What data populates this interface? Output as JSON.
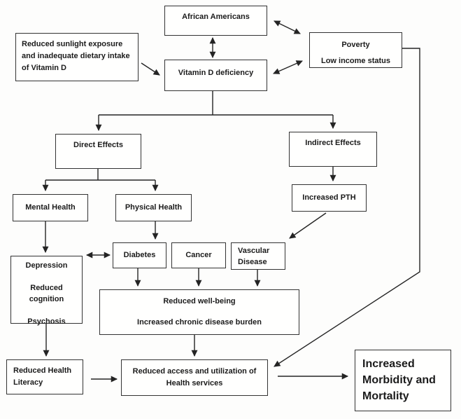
{
  "diagram": {
    "type": "flowchart",
    "topic": "Vitamin D deficiency — causes, effects and outcomes",
    "nodes": {
      "african_americans": {
        "label": "African Americans"
      },
      "sunlight": {
        "label": "Reduced sunlight exposure\nand inadequate dietary intake\nof Vitamin D"
      },
      "vitamin_d": {
        "label": "Vitamin D deficiency"
      },
      "poverty": {
        "label": "Poverty\nLow income status"
      },
      "direct_effects": {
        "label": "Direct Effects"
      },
      "indirect_effects": {
        "label": "Indirect Effects"
      },
      "mental_health": {
        "label": "Mental Health"
      },
      "physical_health": {
        "label": "Physical Health"
      },
      "increased_pth": {
        "label": "Increased PTH"
      },
      "diabetes": {
        "label": "Diabetes"
      },
      "cancer": {
        "label": "Cancer"
      },
      "vascular_disease": {
        "label": "Vascular\nDisease"
      },
      "depression": {
        "label": "Depression\n\nReduced\ncognition\n\nPsychosis"
      },
      "wellbeing": {
        "label": "Reduced well-being\n\nIncreased chronic disease burden"
      },
      "literacy": {
        "label": "Reduced Health\nLiteracy"
      },
      "access": {
        "label": "Reduced access and utilization of\nHealth services"
      },
      "morbidity": {
        "label": "Increased\nMorbidity and\nMortality"
      }
    },
    "edges": [
      {
        "from": "sunlight",
        "to": "vitamin_d",
        "type": "arrow"
      },
      {
        "from": "african_americans",
        "to": "vitamin_d",
        "type": "double-arrow"
      },
      {
        "from": "african_americans",
        "to": "poverty",
        "type": "double-arrow"
      },
      {
        "from": "vitamin_d",
        "to": "poverty",
        "type": "double-arrow"
      },
      {
        "from": "vitamin_d",
        "to": "direct_effects",
        "type": "arrow"
      },
      {
        "from": "vitamin_d",
        "to": "indirect_effects",
        "type": "arrow"
      },
      {
        "from": "direct_effects",
        "to": "mental_health",
        "type": "arrow"
      },
      {
        "from": "direct_effects",
        "to": "physical_health",
        "type": "arrow"
      },
      {
        "from": "mental_health",
        "to": "depression",
        "type": "arrow"
      },
      {
        "from": "physical_health",
        "to": "diabetes",
        "type": "arrow"
      },
      {
        "from": "depression",
        "to": "diabetes",
        "type": "double-arrow"
      },
      {
        "from": "indirect_effects",
        "to": "increased_pth",
        "type": "arrow"
      },
      {
        "from": "increased_pth",
        "to": "vascular_disease",
        "type": "arrow"
      },
      {
        "from": "diabetes",
        "to": "wellbeing",
        "type": "arrow"
      },
      {
        "from": "cancer",
        "to": "wellbeing",
        "type": "arrow"
      },
      {
        "from": "vascular_disease",
        "to": "wellbeing",
        "type": "arrow"
      },
      {
        "from": "depression",
        "to": "literacy",
        "type": "arrow"
      },
      {
        "from": "wellbeing",
        "to": "access",
        "type": "arrow"
      },
      {
        "from": "literacy",
        "to": "access",
        "type": "arrow"
      },
      {
        "from": "poverty",
        "to": "access",
        "type": "arrow"
      },
      {
        "from": "access",
        "to": "morbidity",
        "type": "arrow"
      }
    ],
    "colors": {
      "line": "#242424",
      "border": "#333333",
      "background": "#fdfdfc",
      "text": "#1b1b1b"
    }
  }
}
